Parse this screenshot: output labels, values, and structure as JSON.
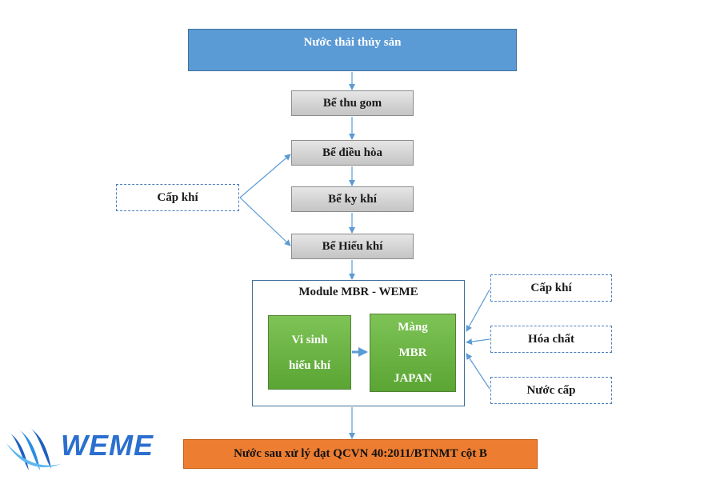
{
  "source": {
    "label": "Nước thải thủy sản"
  },
  "steps": [
    {
      "label": "Bể thu gom"
    },
    {
      "label": "Bể điều hòa"
    },
    {
      "label": "Bể ky khí"
    },
    {
      "label": "Bể Hiếu khí"
    }
  ],
  "inputs_left": {
    "air": "Cấp khí"
  },
  "module": {
    "title": "Module MBR - WEME",
    "bio_line1": "Vi sinh",
    "bio_line2": "hiếu khí",
    "membrane_line1": "Màng",
    "membrane_line2": "MBR",
    "membrane_line3": "JAPAN"
  },
  "inputs_right": {
    "air": "Cấp khí",
    "chemical": "Hóa chất",
    "water": "Nước cấp"
  },
  "result": {
    "label": "Nước sau xử lý đạt QCVN 40:2011/BTNMT cột B"
  },
  "logo": {
    "text": "WEME"
  },
  "colors": {
    "source": "#5b9bd5",
    "result": "#ed7d31",
    "module_green": "#70ad47",
    "arrow": "#5b9bd5",
    "logo": "#2b6fcf"
  }
}
